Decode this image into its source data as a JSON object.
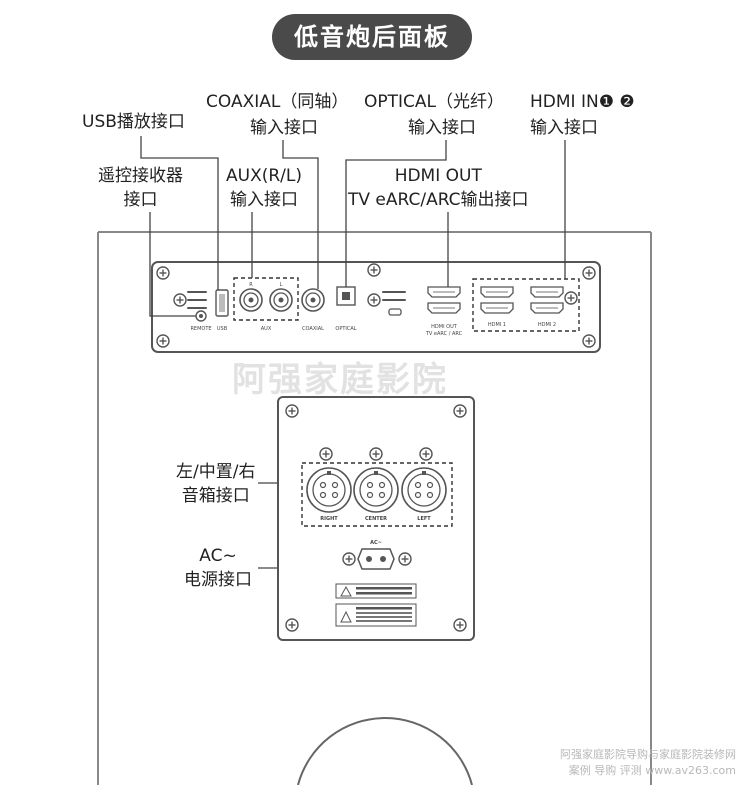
{
  "title": "低音炮后面板",
  "labels": {
    "usb": [
      "USB播放接口"
    ],
    "coaxial": [
      "COAXIAL（同轴）",
      "输入接口"
    ],
    "optical": [
      "OPTICAL（光纤）",
      "输入接口"
    ],
    "hdmi_in": [
      "HDMI IN❶ ❷",
      "输入接口"
    ],
    "remote": [
      "遥控接收器",
      "接口"
    ],
    "aux": [
      "AUX(R/L)",
      "输入接口"
    ],
    "hdmi_out": [
      "HDMI OUT",
      "TV eARC/ARC输出接口"
    ],
    "speakers": [
      "左/中置/右",
      "音箱接口"
    ],
    "ac": [
      "AC~",
      "电源接口"
    ]
  },
  "panel_marks": {
    "remote": "REMOTE",
    "usb": "USB",
    "aux": "AUX",
    "aux_r": "R",
    "aux_l": "L",
    "coaxial": "COAXIAL",
    "optical": "OPTICAL",
    "hdmi_out": "HDMI OUT",
    "hdmi_out_sub": "TV eARC / ARC",
    "hdmi1": "HDMI 1",
    "hdmi2": "HDMI 2",
    "right": "RIGHT",
    "center": "CENTER",
    "left": "LEFT",
    "ac": "AC~"
  },
  "watermark": "阿强家庭影院",
  "footer_watermark": [
    "阿强家庭影院导购与家庭影院装修网",
    "案例 导购 评测 www.av263.com"
  ]
}
